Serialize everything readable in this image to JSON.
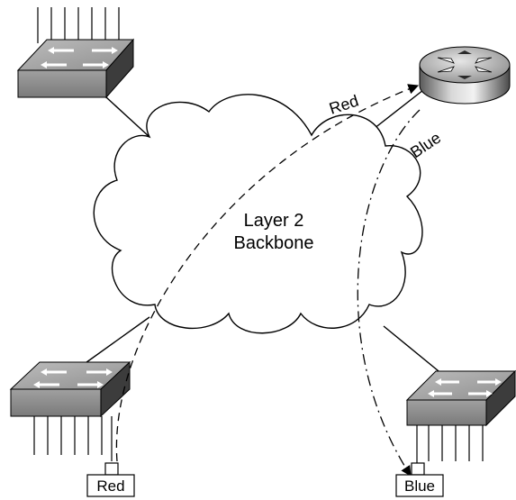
{
  "cloud": {
    "label_line1": "Layer 2",
    "label_line2": "Backbone"
  },
  "paths": {
    "red_label": "Red",
    "blue_label": "Blue"
  },
  "hosts": {
    "red_host_label": "Red",
    "blue_host_label": "Blue"
  },
  "icons": {
    "switches": [
      "switch-icon"
    ],
    "router": "router-icon",
    "cloud": "cloud-icon"
  },
  "colors": {
    "line": "#000000",
    "device_top": "#a9a9a9",
    "device_front": "#8e8e8e",
    "device_side": "#3a3a3a"
  }
}
